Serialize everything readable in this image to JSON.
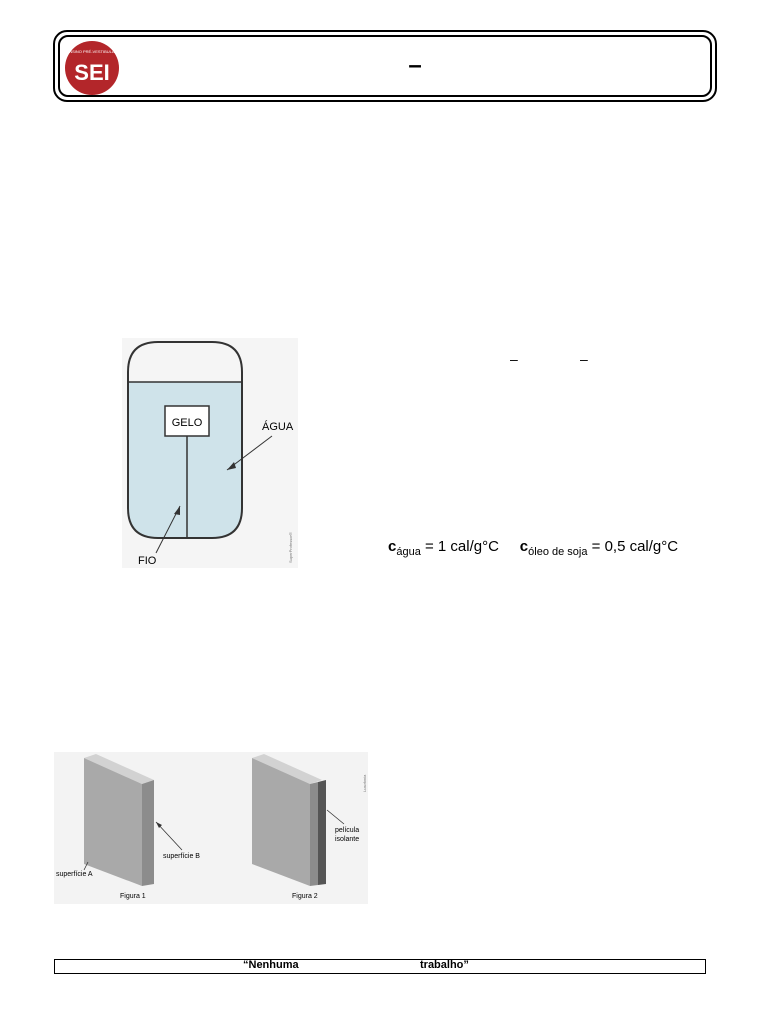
{
  "header": {
    "logo_text": "SEI",
    "logo_subtext": "ENSINO PRÉ-VESTIBULAR",
    "title_dash": "–"
  },
  "question_dashes": [
    "–",
    "–"
  ],
  "figure_ice": {
    "labels": {
      "ice": "GELO",
      "water": "ÁGUA",
      "wire": "FIO"
    },
    "credit": "SuperProfessor®"
  },
  "formula": {
    "water_symbol": "c",
    "water_sub": "água",
    "water_value": "= 1 cal/g°C",
    "oil_symbol": "c",
    "oil_sub": "óleo de soja",
    "oil_value": "= 0,5 cal/g°C"
  },
  "figure_plates": {
    "label_surface_a": "superfície A",
    "label_surface_b": "superfície B",
    "label_film": [
      "película",
      "isolante"
    ],
    "caption_1": "Figura 1",
    "caption_2": "Figura 2",
    "credit": "Lusofonia"
  },
  "footer": {
    "left_text": "“Nenhuma",
    "right_text": "trabalho”"
  },
  "colors": {
    "logo_red": "#b3262a",
    "water_blue": "#cfe3ea",
    "plate_face": "#a9a9a9",
    "plate_side": "#8c8c8c",
    "plate_top": "#d2d2d2",
    "figure_bg": "#f3f3f3"
  }
}
